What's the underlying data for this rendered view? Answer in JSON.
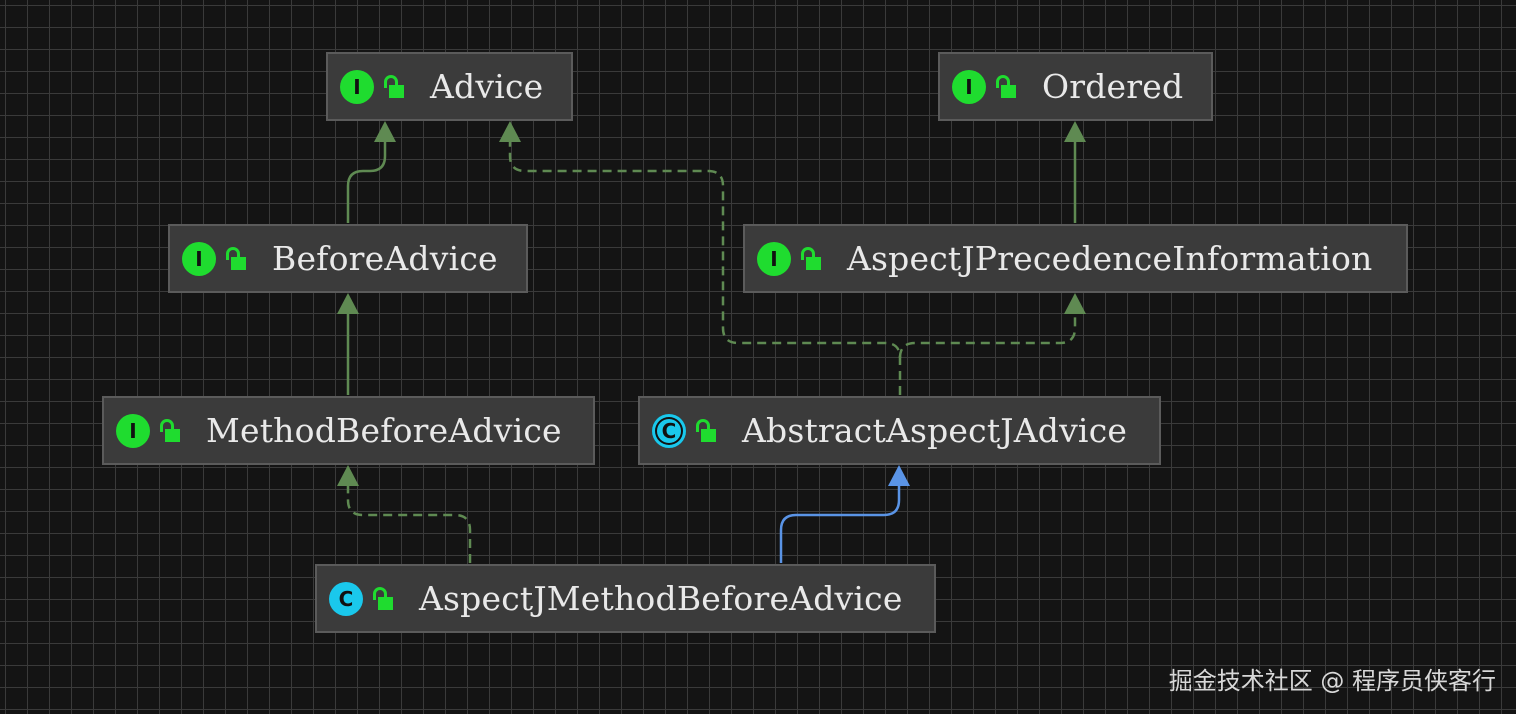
{
  "nodes": [
    {
      "id": "advice",
      "kind": "interface",
      "badge": "I",
      "label": "Advice"
    },
    {
      "id": "ordered",
      "kind": "interface",
      "badge": "I",
      "label": "Ordered"
    },
    {
      "id": "before-advice",
      "kind": "interface",
      "badge": "I",
      "label": "BeforeAdvice"
    },
    {
      "id": "aspectj-precedence-information",
      "kind": "interface",
      "badge": "I",
      "label": "AspectJPrecedenceInformation"
    },
    {
      "id": "method-before-advice",
      "kind": "interface",
      "badge": "I",
      "label": "MethodBeforeAdvice"
    },
    {
      "id": "abstract-aspectj-advice",
      "kind": "abstract-class",
      "badge": "C",
      "label": "AbstractAspectJAdvice"
    },
    {
      "id": "aspectj-method-before-advice",
      "kind": "class",
      "badge": "C",
      "label": "AspectJMethodBeforeAdvice"
    }
  ],
  "edges": [
    {
      "from": "before-advice",
      "to": "advice",
      "type": "interface-extends"
    },
    {
      "from": "method-before-advice",
      "to": "before-advice",
      "type": "interface-extends"
    },
    {
      "from": "aspectj-precedence-information",
      "to": "ordered",
      "type": "interface-extends"
    },
    {
      "from": "abstract-aspectj-advice",
      "to": "advice",
      "type": "implements"
    },
    {
      "from": "abstract-aspectj-advice",
      "to": "aspectj-precedence-information",
      "type": "implements"
    },
    {
      "from": "aspectj-method-before-advice",
      "to": "method-before-advice",
      "type": "implements"
    },
    {
      "from": "aspectj-method-before-advice",
      "to": "abstract-aspectj-advice",
      "type": "extends"
    }
  ],
  "colors": {
    "background": "#141414",
    "grid": "#3a3a3a",
    "node_fill": "#3b3b3b",
    "node_border": "#5b5b5b",
    "interface_badge": "#1fdc2f",
    "class_badge": "#1ac8ec",
    "access_lock": "#1fdc2f",
    "implements_edge": "#5f8a52",
    "extends_edge": "#5a94e6"
  },
  "watermark": "掘金技术社区 @ 程序员侠客行"
}
